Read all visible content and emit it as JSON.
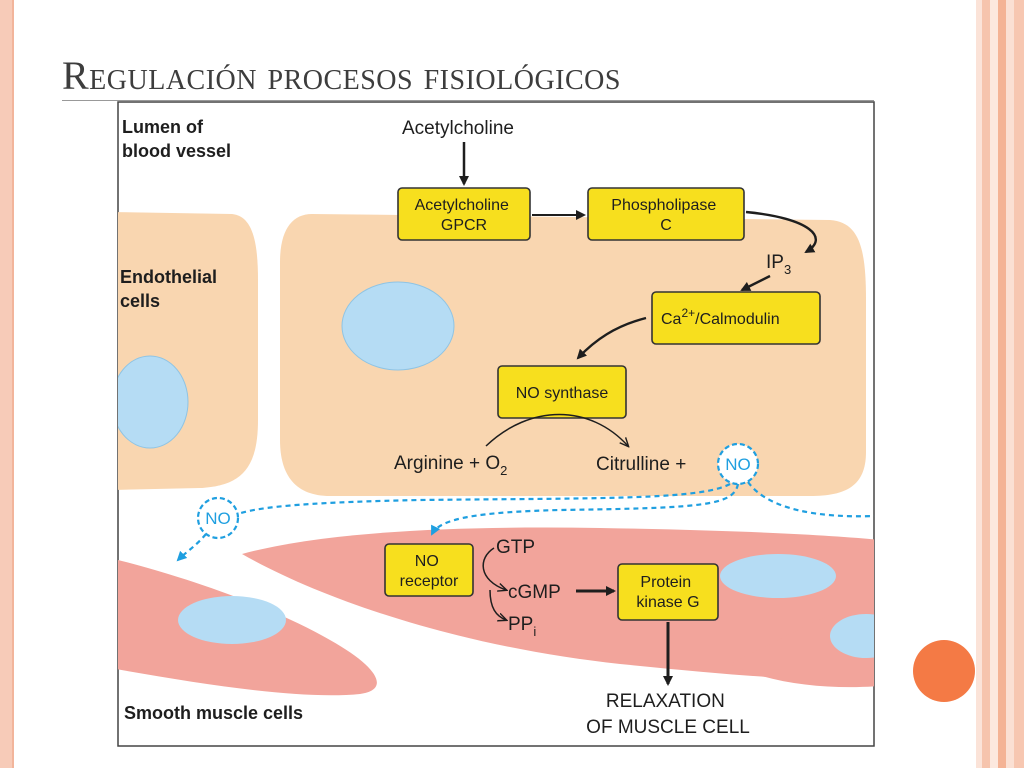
{
  "slide": {
    "title": "Regulación procesos fisiológicos"
  },
  "diagram": {
    "lumen_label": [
      "Lumen of",
      "blood vessel"
    ],
    "endothelial_label": [
      "Endothelial",
      "cells"
    ],
    "smooth_muscle_label": "Smooth muscle cells",
    "acetylcholine": "Acetylcholine",
    "boxes": {
      "gpcr": [
        "Acetylcholine",
        "GPCR"
      ],
      "phospholipase": [
        "Phospholipase",
        "C"
      ],
      "calmodulin": {
        "prefix": "Ca",
        "sup": "2+",
        "suffix": "/Calmodulin"
      },
      "no_synthase": "NO synthase",
      "no_receptor": [
        "NO",
        "receptor"
      ],
      "pkg": [
        "Protein",
        "kinase G"
      ]
    },
    "ip3": {
      "base": "IP",
      "sub": "3"
    },
    "arginine": {
      "base": "Arginine + O",
      "sub": "2"
    },
    "citrulline": "Citrulline +",
    "no": "NO",
    "gtp": "GTP",
    "cgmp": "cGMP",
    "ppi": {
      "base": "PP",
      "sub": "i"
    },
    "outcome": [
      "RELAXATION",
      "OF MUSCLE CELL"
    ]
  },
  "colors": {
    "endothelial": "#f9d6b0",
    "muscle": "#f2a49b",
    "nucleus": "#b5dcf4",
    "box": "#f7df1e",
    "no_blue": "#1f9fe0",
    "accent_orange": "#f47a45"
  }
}
